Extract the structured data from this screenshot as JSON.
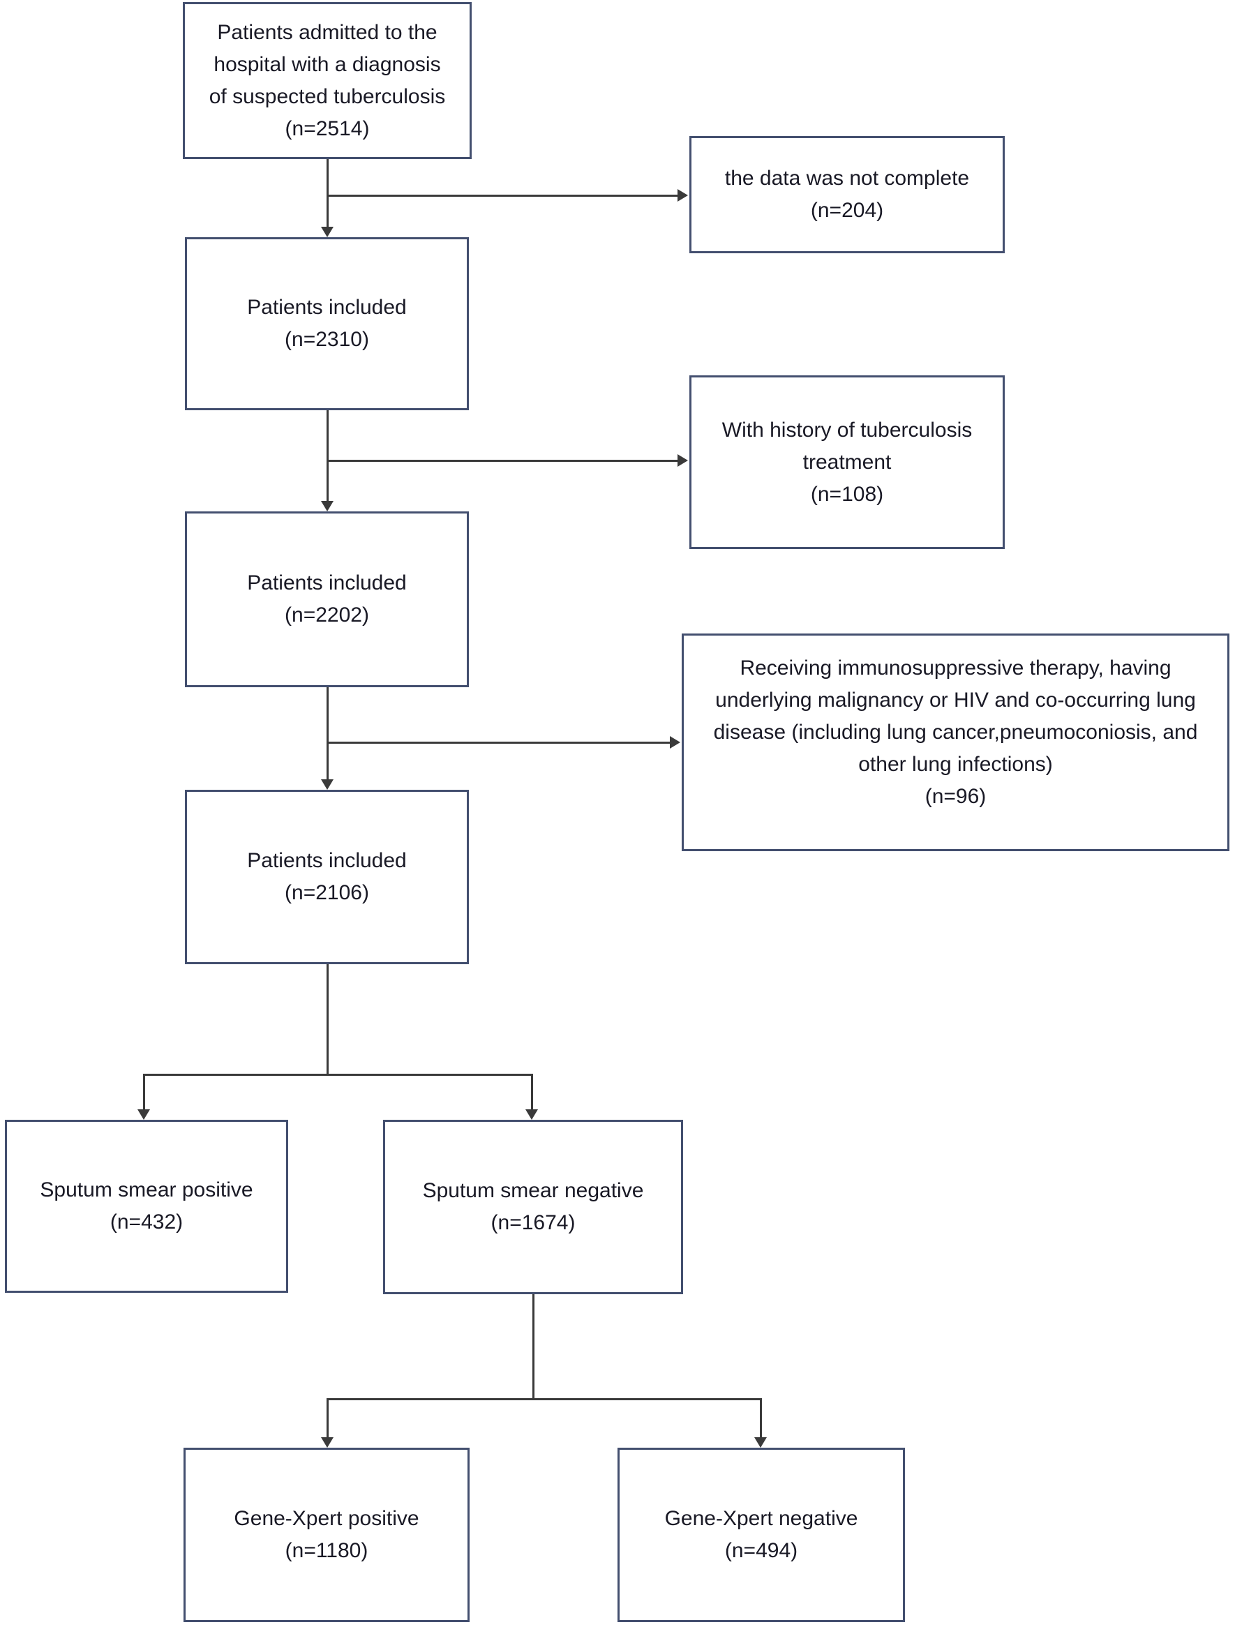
{
  "colors": {
    "box_border": "#434f6f",
    "connector": "#3a3a3a",
    "text": "#191925",
    "background": "#ffffff"
  },
  "nodes": {
    "admitted": {
      "label": "Patients admitted to the hospital with a diagnosis of suspected tuberculosis",
      "count": "(n=2514)"
    },
    "excluded_incomplete": {
      "label": "the data was not complete",
      "count": "(n=204)"
    },
    "included_1": {
      "label": "Patients included",
      "count": "(n=2310)"
    },
    "excluded_history": {
      "label": "With history of tuberculosis treatment",
      "count": "(n=108)"
    },
    "included_2": {
      "label": "Patients included",
      "count": "(n=2202)"
    },
    "excluded_comorbid": {
      "label": "Receiving immunosuppressive therapy, having underlying malignancy or HIV and co-occurring lung disease (including lung cancer,pneumoconiosis, and other lung infections)",
      "count": "(n=96)"
    },
    "included_3": {
      "label": "Patients included",
      "count": "(n=2106)"
    },
    "smear_positive": {
      "label": "Sputum smear positive",
      "count": "(n=432)"
    },
    "smear_negative": {
      "label": "Sputum smear negative",
      "count": "(n=1674)"
    },
    "xpert_positive": {
      "label": "Gene-Xpert positive",
      "count": "(n=1180)"
    },
    "xpert_negative": {
      "label": "Gene-Xpert negative",
      "count": "(n=494)"
    }
  }
}
